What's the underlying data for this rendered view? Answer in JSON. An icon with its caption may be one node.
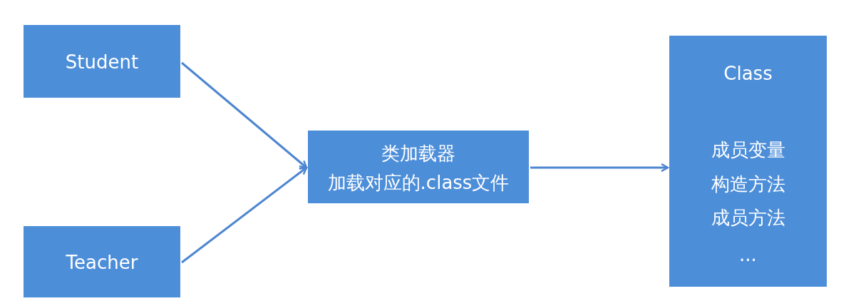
{
  "diagram": {
    "nodes": [
      {
        "text": [
          "Student"
        ]
      },
      {
        "text": [
          "Teacher"
        ]
      },
      {
        "text": [
          "类加载器",
          "加载对应的.class文件"
        ]
      },
      {
        "text": [
          "Class",
          "成员变量",
          "构造方法",
          "成员方法",
          "..."
        ]
      }
    ],
    "edges": [
      {
        "from": 0,
        "to": 2,
        "arrow": "to"
      },
      {
        "from": 1,
        "to": 2,
        "arrow": "to"
      },
      {
        "from": 2,
        "to": 3,
        "arrow": "to"
      }
    ]
  }
}
